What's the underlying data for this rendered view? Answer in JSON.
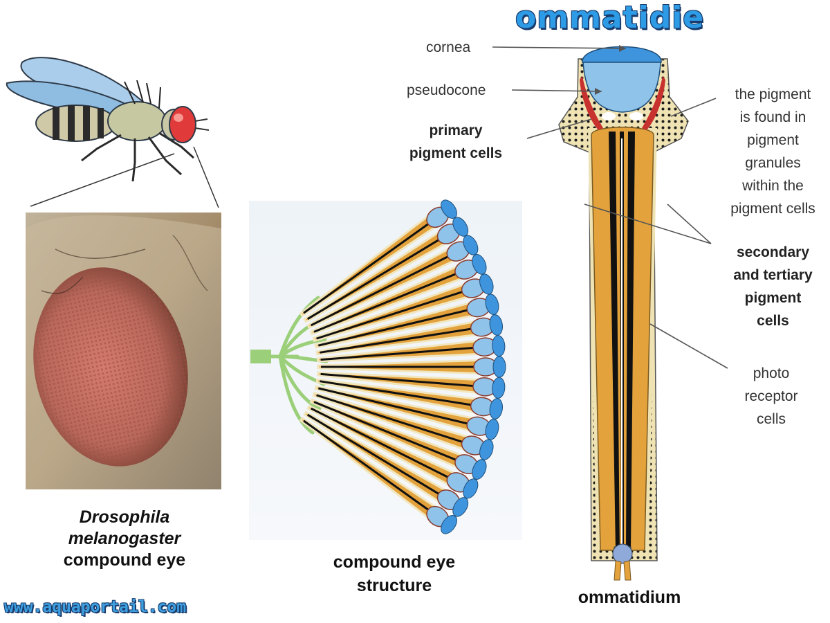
{
  "title": "ommatidie",
  "labels": {
    "cornea": "cornea",
    "pseudocone": "pseudocone",
    "primary_pigment": [
      "primary",
      "pigment cells"
    ],
    "pigment_note": [
      "the pigment",
      "is found in",
      "pigment",
      "granules",
      "within the",
      "pigment cells"
    ],
    "secondary_tertiary": [
      "secondary",
      "and tertiary",
      "pigment",
      "cells"
    ],
    "photoreceptor": [
      "photo",
      "receptor",
      "cells"
    ]
  },
  "captions": {
    "drosophila": [
      "Drosophila",
      "melanogaster",
      "compound eye"
    ],
    "compound_structure": [
      "compound eye",
      "structure"
    ],
    "ommatidium": "ommatidium"
  },
  "watermark": "www.aquaportail.com",
  "colors": {
    "title_blue": "#2d9be6",
    "cornea_blue": "#3f95dd",
    "pseudocone_blue": "#8fc3ea",
    "rhabdom_orange": "#e3a23c",
    "pigment_tan": "#efe3b3",
    "pigment_red": "#c8322e",
    "nerve_green": "#9ccf7a",
    "fly_eye_red": "#e03a3a"
  }
}
